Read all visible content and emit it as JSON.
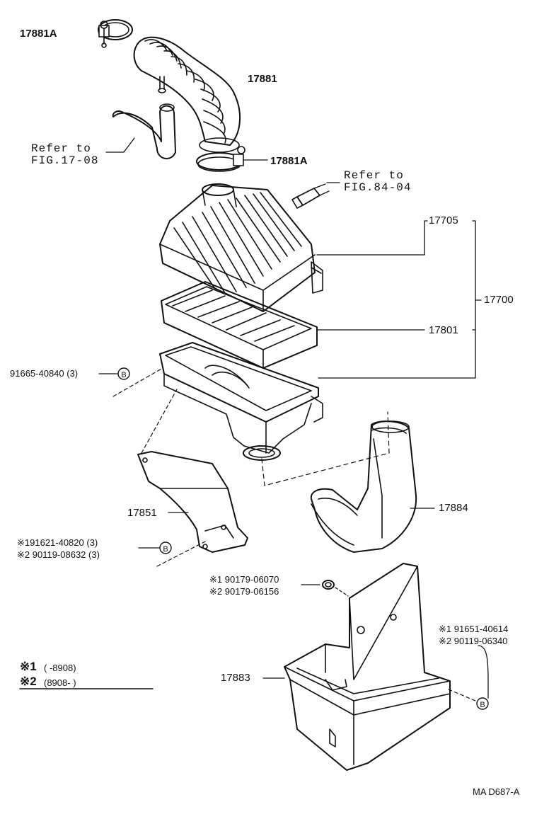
{
  "parts": {
    "p17881a_top": "17881A",
    "p17881": "17881",
    "p17881a_bottom": "17881A",
    "p17705": "17705",
    "p17700": "17700",
    "p17801": "17801",
    "p17851": "17851",
    "p17884": "17884",
    "p17883": "17883"
  },
  "references": {
    "fig17_line1": "Refer to",
    "fig17_line2": "FIG.17-08",
    "fig84_line1": "Refer to",
    "fig84_line2": "FIG.84-04"
  },
  "fasteners": {
    "f91665": "91665-40840 (3)",
    "f91621": "※191621-40820 (3)",
    "f90119a": "※2 90119-08632 (3)",
    "f90179a": "※1 90179-06070",
    "f90179b": "※2 90179-06156",
    "f91651": "※1 91651-40614",
    "f90119b": "※2 90119-06340",
    "callout": "B"
  },
  "legend": {
    "row1_mark": "※1",
    "row1_text": "(        -8908)",
    "row2_mark": "※2",
    "row2_text": "(8908-        )"
  },
  "figure_code": "MA D687-A"
}
